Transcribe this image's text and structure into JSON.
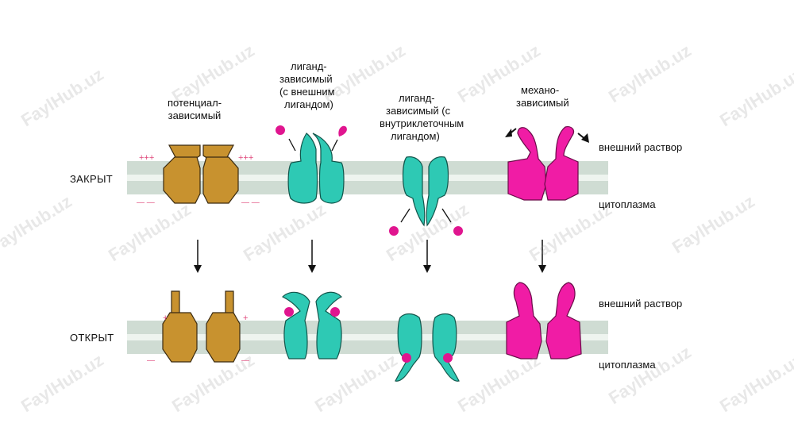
{
  "rows": {
    "closed": "ЗАКРЫТ",
    "open": "ОТКРЫТ"
  },
  "sides": {
    "outer_top": "внешний раствор",
    "cyto_top": "цитоплазма",
    "outer_bottom": "внешний раствор",
    "cyto_bottom": "цитоплазма"
  },
  "channels": {
    "voltage": {
      "line1": "потенциал-",
      "line2": "зависимый"
    },
    "ligand_ext": {
      "line1": "лиганд-",
      "line2": "зависимый",
      "line3": "(с внешним",
      "line4": "лигандом)"
    },
    "ligand_int": {
      "line1": "лиганд-",
      "line2": "зависимый (с",
      "line3": "внутриклеточным",
      "line4": "лигандом)"
    },
    "mechano": {
      "line1": "механо-",
      "line2": "зависимый"
    }
  },
  "charges": {
    "plus": "+++",
    "minus": "— —",
    "plus_single": "+",
    "minus_single": "—"
  },
  "watermark": "FaylHub.uz",
  "colors": {
    "membrane": "#cfdcd3",
    "membrane_core": "#eef4ef",
    "voltage": "#c8922f",
    "ligand": "#2ec9b4",
    "mechano": "#f01ca5",
    "ligand_dot": "#e0158f",
    "charge": "#e04b7d"
  }
}
